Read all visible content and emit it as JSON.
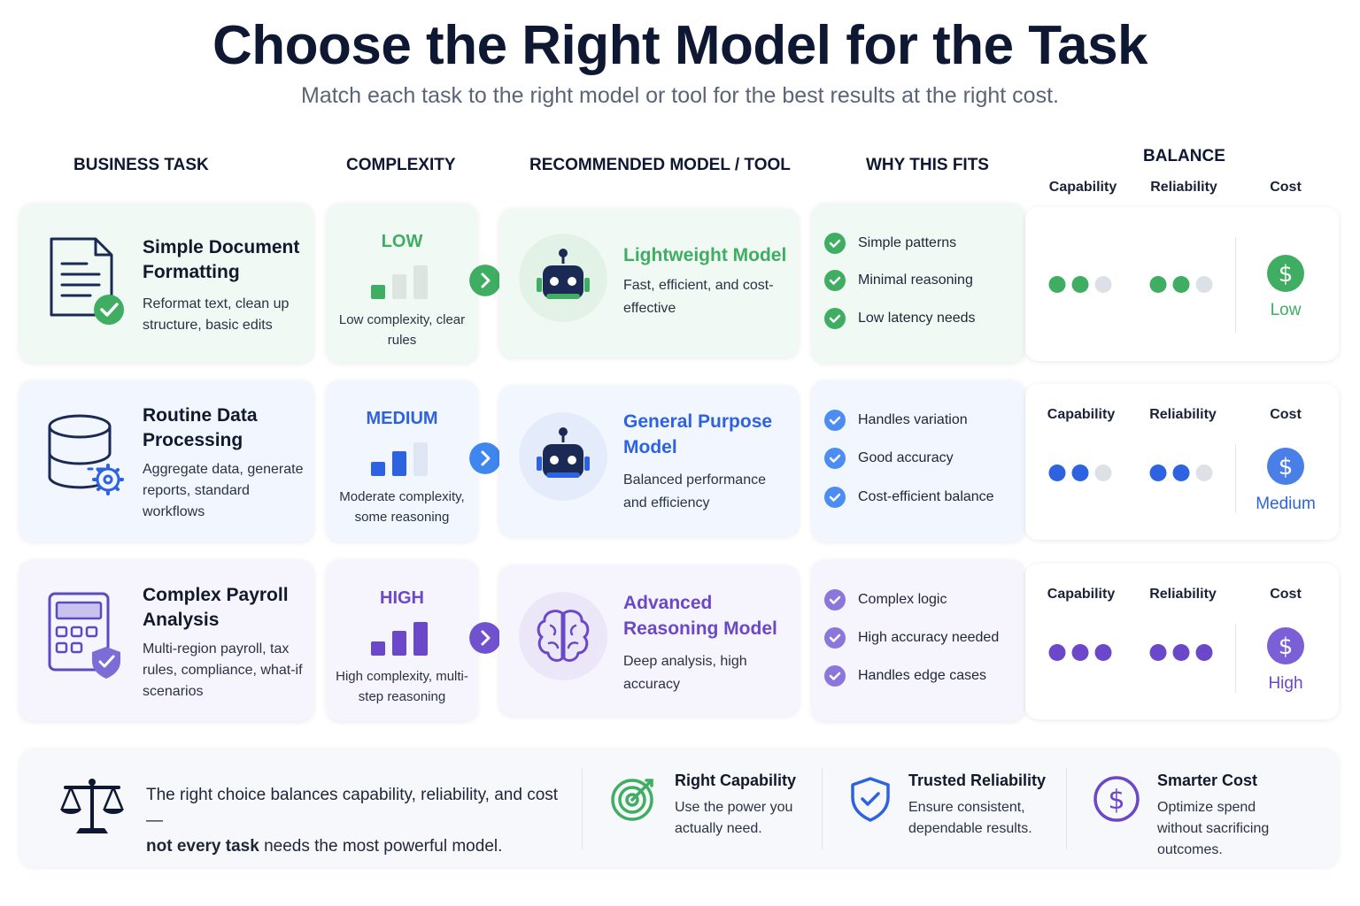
{
  "header": {
    "title": "Choose the Right Model for the Task",
    "subtitle": "Match each task to the right model or tool for the best results at the right cost."
  },
  "columns": {
    "business_task": "BUSINESS TASK",
    "complexity": "COMPLEXITY",
    "recommended": "RECOMMENDED MODEL / TOOL",
    "why": "WHY THIS FITS",
    "balance": "BALANCE",
    "capability": "Capability",
    "reliability": "Reliability",
    "cost": "Cost"
  },
  "colors": {
    "green": "#3fae63",
    "blue": "#2d63e0",
    "purple": "#6a48c9",
    "dot_empty": "#dde1e7"
  },
  "rows": [
    {
      "theme": "green",
      "task_icon": "document-check-icon",
      "task_title": "Simple Document Formatting",
      "task_desc": "Reformat text, clean up structure, basic edits",
      "complexity_level": "LOW",
      "complexity_bars": 1,
      "complexity_desc": "Low complexity, clear rules",
      "model_icon": "robot-icon",
      "model_name": "Lightweight Model",
      "model_desc": "Fast, efficient, and cost-effective",
      "why": [
        "Simple patterns",
        "Minimal reasoning",
        "Low latency needs"
      ],
      "capability": 2,
      "reliability": 2,
      "cost_icon": "dollar-icon",
      "cost_label": "Low"
    },
    {
      "theme": "blue",
      "task_icon": "database-gear-icon",
      "task_title": "Routine Data Processing",
      "task_desc": "Aggregate data, generate reports, standard workflows",
      "complexity_level": "MEDIUM",
      "complexity_bars": 2,
      "complexity_desc": "Moderate complexity, some reasoning",
      "model_icon": "robot-icon",
      "model_name": "General Purpose Model",
      "model_desc": "Balanced performance and efficiency",
      "why": [
        "Handles variation",
        "Good accuracy",
        "Cost-efficient balance"
      ],
      "capability": 2,
      "reliability": 2,
      "cost_icon": "dollar-icon",
      "cost_label": "Medium"
    },
    {
      "theme": "purple",
      "task_icon": "calculator-shield-icon",
      "task_title": "Complex Payroll Analysis",
      "task_desc": "Multi-region payroll, tax rules, compliance, what-if scenarios",
      "complexity_level": "HIGH",
      "complexity_bars": 3,
      "complexity_desc": "High complexity, multi-step reasoning",
      "model_icon": "brain-icon",
      "model_name": "Advanced Reasoning Model",
      "model_desc": "Deep analysis, high accuracy",
      "why": [
        "Complex logic",
        "High accuracy needed",
        "Handles edge cases"
      ],
      "capability": 3,
      "reliability": 3,
      "cost_icon": "dollar-icon",
      "cost_label": "High"
    }
  ],
  "footer": {
    "icon": "balance-scale-icon",
    "text_prefix": "The right choice balances capability, reliability, and cost—",
    "text_bold": "not every task",
    "text_suffix": " needs the most powerful model.",
    "items": [
      {
        "icon": "target-icon",
        "title": "Right Capability",
        "desc": "Use the power you actually need."
      },
      {
        "icon": "shield-check-icon",
        "title": "Trusted Reliability",
        "desc": "Ensure consistent, dependable results."
      },
      {
        "icon": "dollar-circle-icon",
        "title": "Smarter Cost",
        "desc": "Optimize spend without sacrificing outcomes."
      }
    ]
  }
}
